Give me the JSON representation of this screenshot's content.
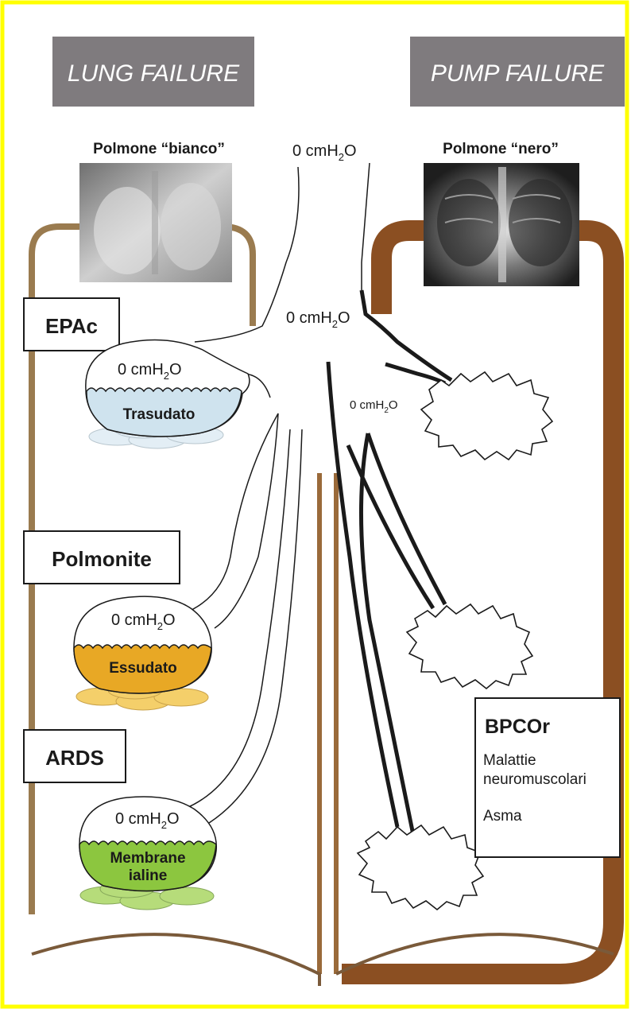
{
  "headers": {
    "left": "LUNG FAILURE",
    "right": "PUMP FAILURE"
  },
  "xrays": {
    "left_title": "Polmone “bianco”",
    "right_title": "Polmone “nero”"
  },
  "pressures": {
    "top": [
      "0 cmH",
      "2",
      "O"
    ],
    "junction": [
      "0 cmH",
      "2",
      "O"
    ],
    "right_branch": [
      "0 cmH",
      "2",
      "O"
    ],
    "epac": [
      "0 cmH",
      "2",
      "O"
    ],
    "polmonite": [
      "0 cmH",
      "2",
      "O"
    ],
    "ards": [
      "0 cmH",
      "2",
      "O"
    ]
  },
  "conditions": {
    "epac": "EPAc",
    "polmonite": "Polmonite",
    "ards": "ARDS"
  },
  "fluids": {
    "trasudato": "Trasudato",
    "essudato": "Essudato",
    "membrane_1": "Membrane",
    "membrane_2": "ialine"
  },
  "pump_box": {
    "title": "BPCOr",
    "line1": "Malattie",
    "line2": "neuromuscolari",
    "line3": "Asma"
  },
  "colors": {
    "frame": "#ffff00",
    "header_bg": "#7f7b7e",
    "left_tube": "#9a7b4f",
    "right_tube": "#8b4f22",
    "trasudato": "#cfe3ee",
    "essudato": "#e8a825",
    "membrane": "#8cc63f",
    "trasudato_bubbles": "#e3eef5",
    "essudato_bubbles": "#f4cf6a",
    "membrane_bubbles": "#b6dc7a"
  }
}
